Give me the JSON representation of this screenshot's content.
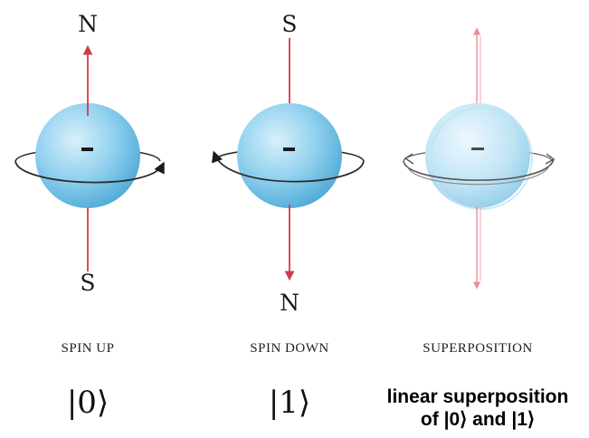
{
  "panels": [
    {
      "top_pole": "N",
      "bottom_pole": "S",
      "caption": "SPIN UP",
      "ket": "|0⟩"
    },
    {
      "top_pole": "S",
      "bottom_pole": "N",
      "caption": "SPIN DOWN",
      "ket": "|1⟩"
    },
    {
      "caption": "SUPERPOSITION",
      "description_line1": "linear superposition",
      "description_line2": "of |0⟩ and |1⟩"
    }
  ],
  "colors": {
    "sphere_light": "#d8f0fb",
    "sphere_mid": "#8fd0ee",
    "sphere_dark": "#4fa9d6",
    "arrow": "#d23a4a",
    "arrow_light": "#ee8c9a",
    "orbit": "#2b2b2b"
  }
}
